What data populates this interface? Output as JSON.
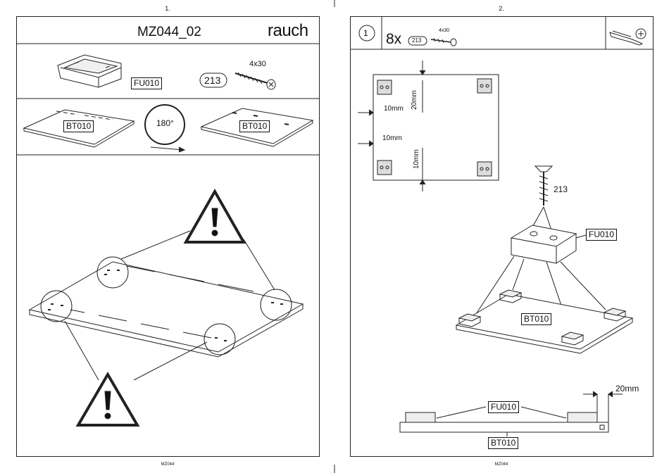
{
  "left_page": {
    "page_number": "1.",
    "title": "MZ044_02",
    "brand": "rauch",
    "parts": {
      "foot_label": "FU010",
      "screw_id": "213",
      "screw_size": "4x30",
      "board_label_a": "BT010",
      "board_label_b": "BT010",
      "rotation": "180°"
    },
    "footer": "MZ044"
  },
  "right_page": {
    "page_number": "2.",
    "step_number": "1",
    "quantity": "8x",
    "screw_id": "213",
    "screw_size": "4x30",
    "dimensions": {
      "d20_top": "20mm",
      "d10_left_a": "10mm",
      "d10_left_b": "10mm",
      "d10_bottom": "10mm",
      "d20_side": "20mm"
    },
    "screw_callout": "213",
    "foot_label": "FU010",
    "board_label": "BT010",
    "side_foot_label": "FU010",
    "side_board_label": "BT010",
    "footer": "MZ044"
  }
}
